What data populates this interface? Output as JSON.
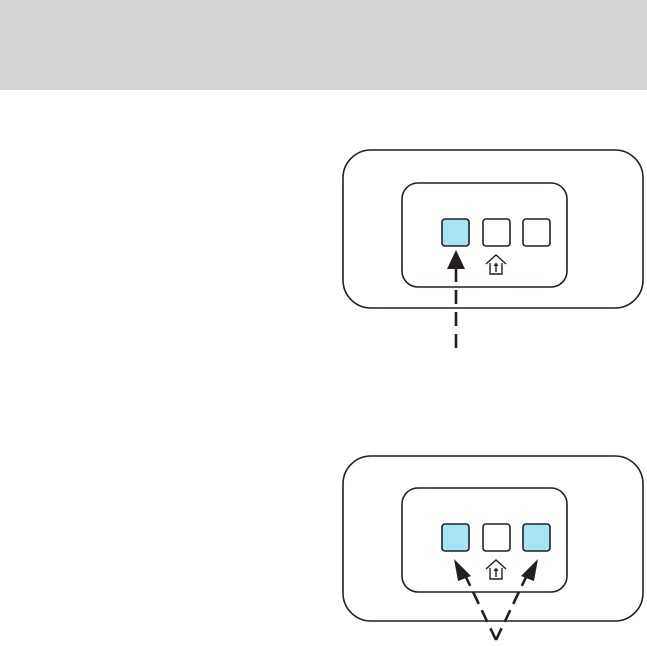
{
  "colors": {
    "header_band": "#d6d6d6",
    "outline": "#231f20",
    "highlight": "#a7e3f7",
    "button_off": "#ffffff"
  },
  "panels": [
    {
      "name": "hold-left-button",
      "buttons": [
        {
          "name": "left",
          "highlighted": true
        },
        {
          "name": "center",
          "highlighted": false
        },
        {
          "name": "right",
          "highlighted": false
        }
      ],
      "home_icon": "garage-home-icon",
      "callout": "single-dashed-arrow-to-left-button"
    },
    {
      "name": "hold-outer-buttons",
      "buttons": [
        {
          "name": "left",
          "highlighted": true
        },
        {
          "name": "center",
          "highlighted": false
        },
        {
          "name": "right",
          "highlighted": true
        }
      ],
      "home_icon": "garage-home-icon",
      "callout": "dashed-v-arrows-to-left-and-right-buttons"
    }
  ]
}
